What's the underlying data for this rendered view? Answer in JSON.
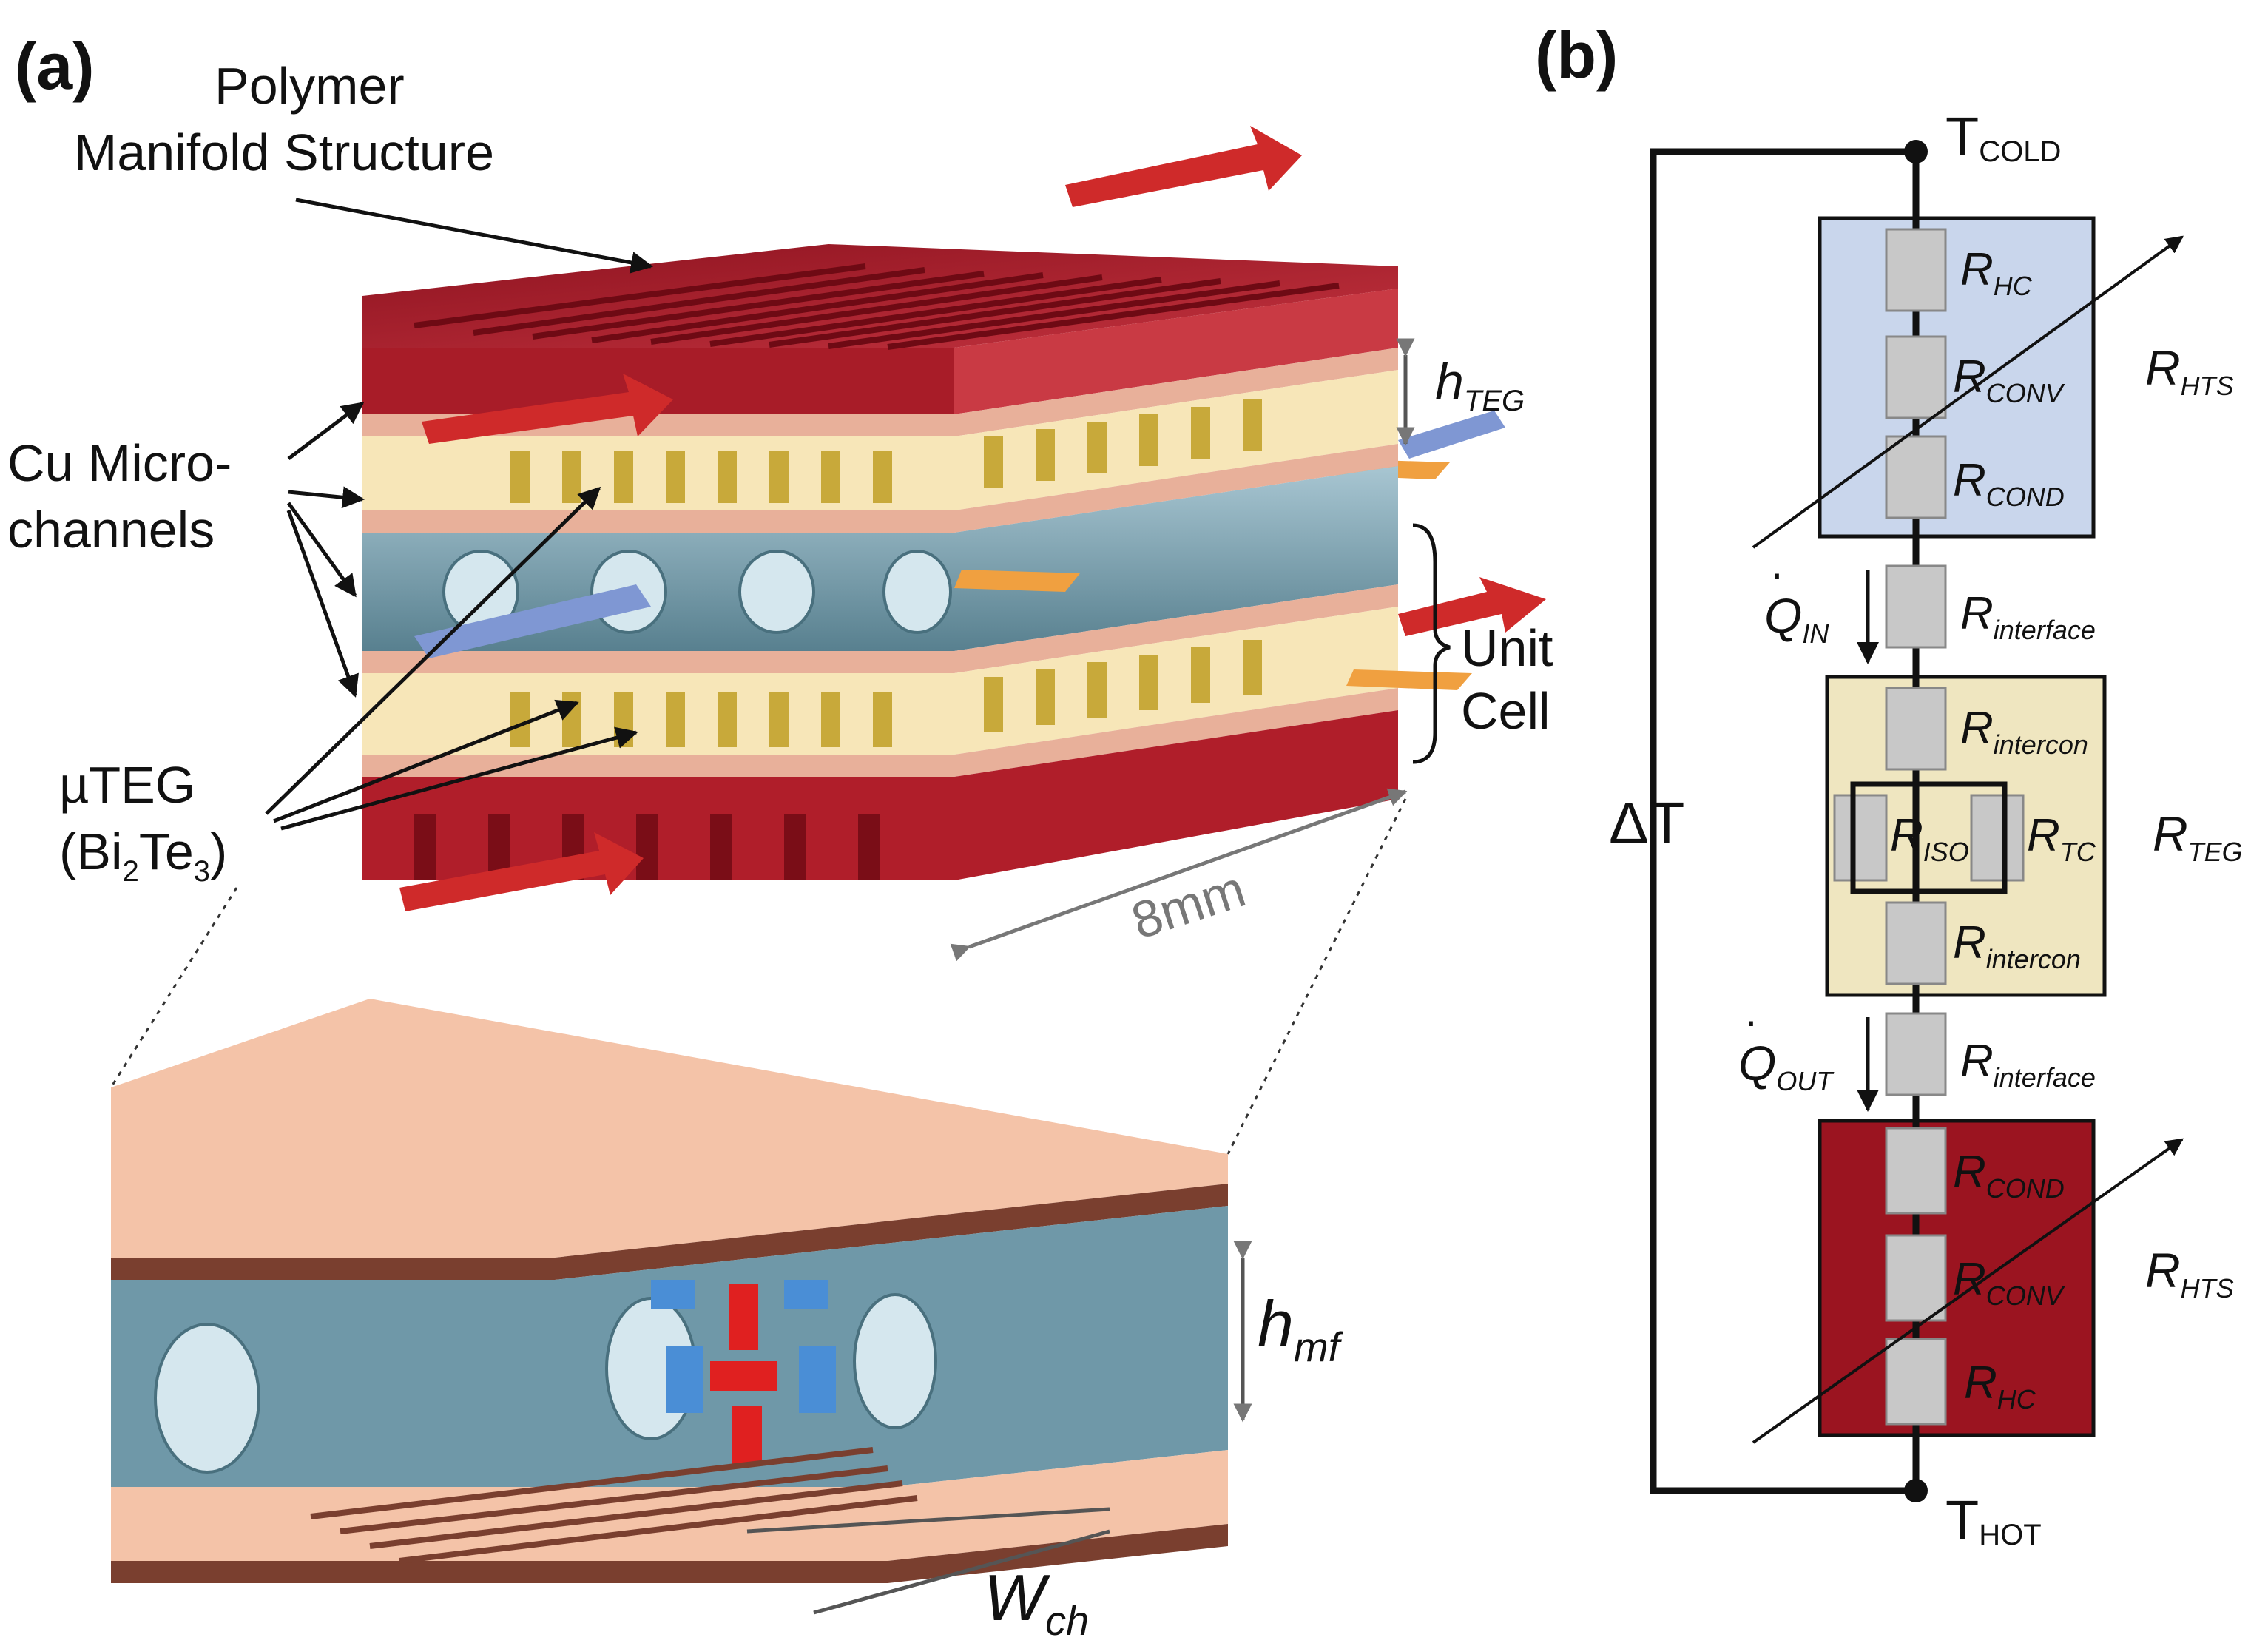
{
  "panel_a": {
    "label": "(a)",
    "polymer_label": [
      "Polymer",
      "Manifold Structure"
    ],
    "cu_label": [
      "Cu Micro-",
      "channels"
    ],
    "uteg_label": "µTEG",
    "uteg_formula": {
      "open": "(Bi",
      "sub1": "2",
      "mid": "Te",
      "sub2": "3",
      "close": ")"
    },
    "h_teg": {
      "main": "h",
      "sub": "TEG"
    },
    "unit_cell": [
      "Unit",
      "Cell"
    ],
    "dimension": "8mm",
    "h_mf": {
      "main": "h",
      "sub": "mf"
    },
    "w_ch": {
      "main": "W",
      "sub": "ch"
    },
    "colors": {
      "manifold": "#b01e2a",
      "copper": "#e8b09a",
      "teg_bg": "#f7e6b8",
      "pillar": "#c8a93a",
      "channel": "#6f98a8",
      "flow": "#cf2a2a",
      "cold_flow": "#7f97d3"
    }
  },
  "panel_b": {
    "label": "(b)",
    "t_cold": {
      "main": "T",
      "sub": "COLD"
    },
    "t_hot": {
      "main": "T",
      "sub": "HOT"
    },
    "delta_t": "ΔT",
    "q_in": {
      "main": "Q",
      "sub": "IN"
    },
    "q_out": {
      "main": "Q",
      "sub": "OUT"
    },
    "cold_box": {
      "color": "#c9d6ec",
      "resistors": [
        {
          "main": "R",
          "sub": "HC"
        },
        {
          "main": "R",
          "sub": "CONV"
        },
        {
          "main": "R",
          "sub": "COND"
        }
      ]
    },
    "interface_top": {
      "main": "R",
      "sub": "interface"
    },
    "teg_box": {
      "color": "#efe6c0",
      "intercon_top": {
        "main": "R",
        "sub": "intercon"
      },
      "iso": {
        "main": "R",
        "sub": "ISO"
      },
      "tc": {
        "main": "R",
        "sub": "TC"
      },
      "intercon_bottom": {
        "main": "R",
        "sub": "intercon"
      }
    },
    "interface_bottom": {
      "main": "R",
      "sub": "interface"
    },
    "hot_box": {
      "color": "#9b1420",
      "resistors": [
        {
          "main": "R",
          "sub": "COND"
        },
        {
          "main": "R",
          "sub": "CONV"
        },
        {
          "main": "R",
          "sub": "HC"
        }
      ]
    },
    "r_hts_top": {
      "main": "R",
      "sub": "HTS"
    },
    "r_teg": {
      "main": "R",
      "sub": "TEG"
    },
    "r_hts_bottom": {
      "main": "R",
      "sub": "HTS"
    }
  }
}
